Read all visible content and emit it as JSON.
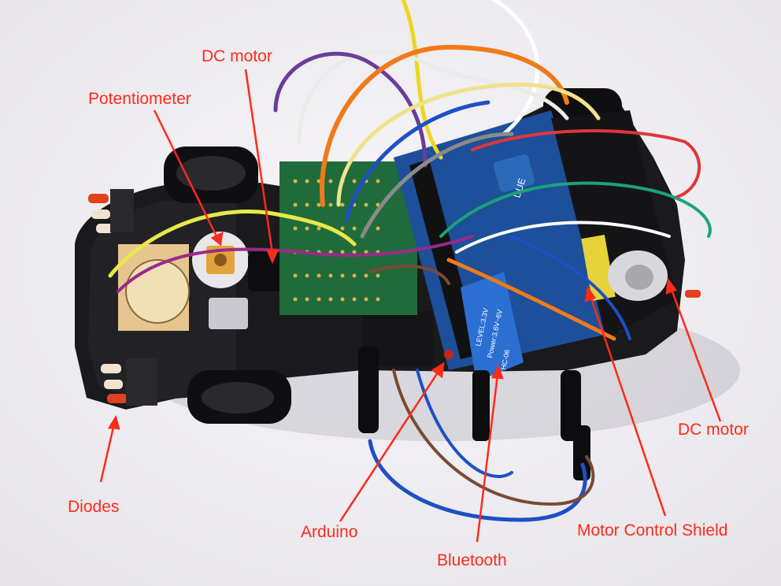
{
  "annotations": {
    "dc_motor_top": "DC motor",
    "potentiometer": "Potentiometer",
    "diodes": "Diodes",
    "arduino": "Arduino",
    "bluetooth": "Bluetooth",
    "motor_control_shield": "Motor Control Shield",
    "dc_motor_right": "DC motor"
  },
  "board_text": {
    "arduino_logo": "DUE",
    "bt_module_lines": [
      "LEVEL:3.3V",
      "Power:3.6V~6V",
      "HC-06"
    ]
  },
  "colors": {
    "annotation": "#ff2a1a",
    "background": "#f2f1f4",
    "chassis": "#1a1a1c",
    "arduino_board": "#1d4f9a",
    "proto_board": "#1f6b3b"
  }
}
